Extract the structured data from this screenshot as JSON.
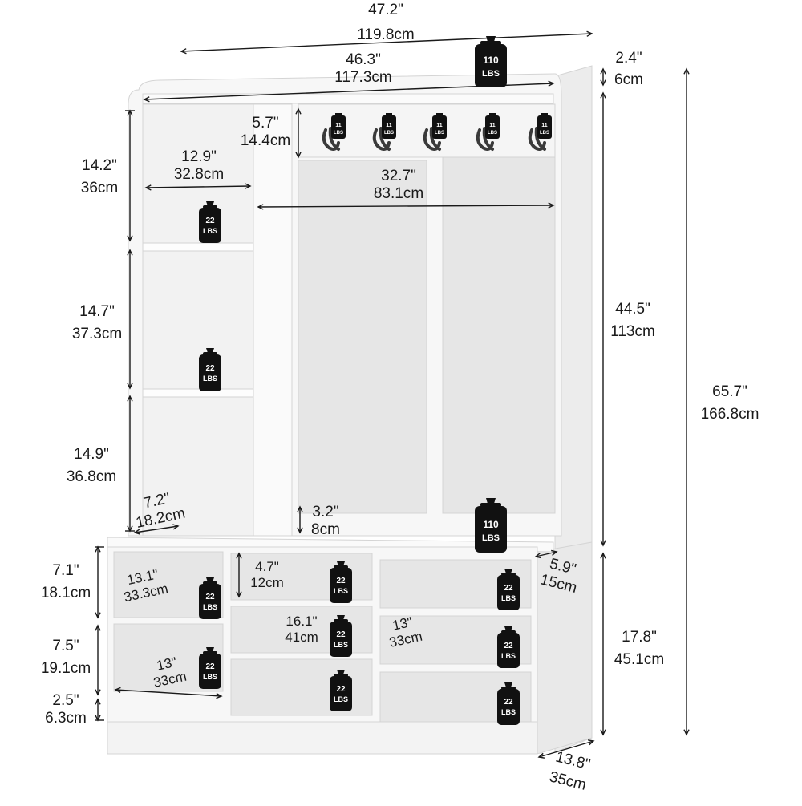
{
  "dimensions": {
    "overall_width": [
      "47.2\"",
      "119.8cm"
    ],
    "inner_width": [
      "46.3\"",
      "117.3cm"
    ],
    "top_board": [
      "2.4\"",
      "6cm"
    ],
    "total_height": [
      "65.7\"",
      "166.8cm"
    ],
    "upper_height": [
      "44.5\"",
      "113cm"
    ],
    "bench_height": [
      "17.8\"",
      "45.1cm"
    ],
    "depth": [
      "13.8\"",
      "35cm"
    ],
    "bench_depth": [
      "5.9\"",
      "15cm"
    ],
    "upper_shelf_1": [
      "14.2\"",
      "36cm"
    ],
    "upper_shelf_2": [
      "14.7\"",
      "37.3cm"
    ],
    "upper_shelf_3": [
      "14.9\"",
      "36.8cm"
    ],
    "upper_shelf_width": [
      "12.9\"",
      "32.8cm"
    ],
    "upper_shelf_depth": [
      "7.2\"",
      "18.2cm"
    ],
    "hook_rail": [
      "5.7\"",
      "14.4cm"
    ],
    "hanging_width": [
      "32.7\"",
      "83.1cm"
    ],
    "bench_lip": [
      "3.2\"",
      "8cm"
    ],
    "cubby_left_top": [
      "7.1\"",
      "18.1cm"
    ],
    "cubby_left_bottom": [
      "7.5\"",
      "19.1cm"
    ],
    "base": [
      "2.5\"",
      "6.3cm"
    ],
    "cubby_left_width_top": [
      "13.1\"",
      "33.3cm"
    ],
    "cubby_left_width_bottom": [
      "13\"",
      "33cm"
    ],
    "cubby_mid_height": [
      "4.7\"",
      "12cm"
    ],
    "cubby_mid_width": [
      "16.1\"",
      "41cm"
    ],
    "cubby_right_width": [
      "13\"",
      "33cm"
    ]
  },
  "weights": {
    "heavy": [
      "110",
      "LBS"
    ],
    "medium": [
      "22",
      "LBS"
    ],
    "hook": [
      "11",
      "LBS"
    ]
  },
  "colors": {
    "furniture": "#f7f7f7",
    "panel_shadow": "#e6e6e6",
    "edge": "#d4d4d4",
    "weight_body": "#111111",
    "hook": "#3a3a3a",
    "dim_line": "#1a1a1a"
  }
}
